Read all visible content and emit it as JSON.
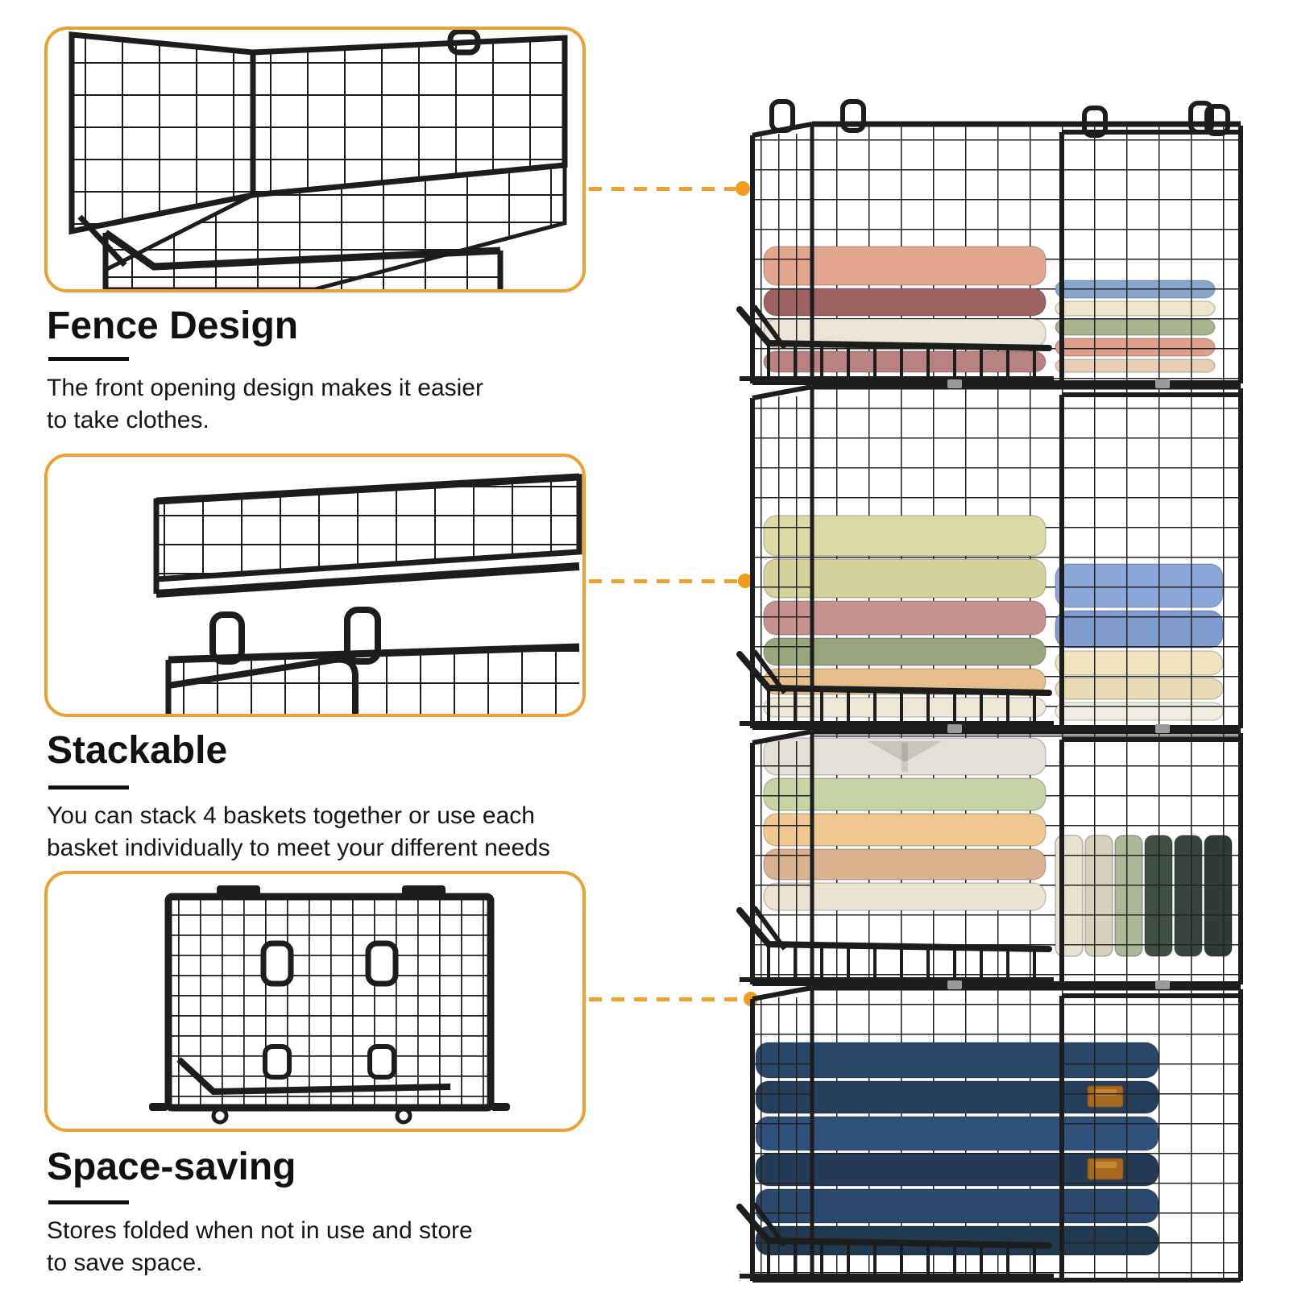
{
  "colors": {
    "accent": "#F0A030",
    "dot": "#F39C1C",
    "text": "#111111",
    "wire": "#1d1d1d",
    "background": "#ffffff"
  },
  "callouts": [
    {
      "id": "fence-design",
      "heading": "Fence Design",
      "body": "The front opening design makes it easier\nto take clothes.",
      "illustration": "open-front-wire-basket"
    },
    {
      "id": "stackable",
      "heading": "Stackable",
      "body": "You can stack 4 baskets together or use each\nbasket individually to meet your different needs",
      "illustration": "basket-stacking-detail"
    },
    {
      "id": "space-saving",
      "heading": "Space-saving",
      "body": "Stores folded when not in use and store\nto save space.",
      "illustration": "flat-folded-basket"
    }
  ],
  "stack": {
    "description": "4 stackable black wire baskets filled with folded clothes",
    "baskets": [
      {
        "label": "basket-1-folded-tops",
        "left": [
          {
            "c": "#E2A68E",
            "h": 52
          },
          {
            "c": "#9E6265",
            "h": 38
          },
          {
            "c": "#EBE4D7",
            "h": 40
          },
          {
            "c": "#BA8183",
            "h": 30
          }
        ],
        "right": [
          {
            "c": "#8BA6CD",
            "h": 26
          },
          {
            "c": "#EEE6CB",
            "h": 22
          },
          {
            "c": "#A9B48E",
            "h": 24
          },
          {
            "c": "#DE9F8B",
            "h": 26
          },
          {
            "c": "#E6CFB5",
            "h": 20
          }
        ]
      },
      {
        "label": "basket-2-knitwear",
        "left": [
          {
            "c": "#DEDAA6",
            "h": 54
          },
          {
            "c": "#D6D29C",
            "h": 52
          },
          {
            "c": "#C69290",
            "h": 46
          },
          {
            "c": "#9AA57E",
            "h": 38
          },
          {
            "c": "#E5BE8C",
            "h": 36
          },
          {
            "c": "#EFE8D6",
            "h": 28
          }
        ],
        "right": [
          {
            "c": "#8CA6D8",
            "h": 58
          },
          {
            "c": "#7E9ACE",
            "h": 50
          },
          {
            "c": "#EFE3C0",
            "h": 34
          },
          {
            "c": "#E8DBB8",
            "h": 30
          },
          {
            "c": "#F2EDE2",
            "h": 26
          }
        ]
      },
      {
        "label": "basket-3-dress-shirts",
        "left": [
          {
            "c": "#E5E0D7",
            "h": 50,
            "collar": true
          },
          {
            "c": "#C8D3A6",
            "h": 44
          },
          {
            "c": "#F1C88F",
            "h": 44
          },
          {
            "c": "#D9B290",
            "h": 42
          },
          {
            "c": "#ECE3D3",
            "h": 38
          }
        ],
        "file": [
          "#E9E2D1",
          "#D9D0BF",
          "#AEB699",
          "#415047",
          "#37453E",
          "#2F3B35"
        ]
      },
      {
        "label": "basket-4-jeans",
        "left": [
          {
            "c": "#2C4868",
            "h": 48
          },
          {
            "c": "#253E5A",
            "h": 44,
            "tag": true
          },
          {
            "c": "#31507A",
            "h": 46
          },
          {
            "c": "#243A55",
            "h": 44,
            "tag": true
          },
          {
            "c": "#2D4A6E",
            "h": 46
          },
          {
            "c": "#22384F",
            "h": 40
          }
        ]
      }
    ]
  }
}
